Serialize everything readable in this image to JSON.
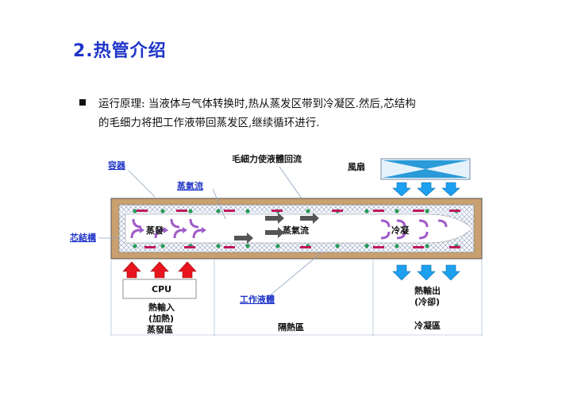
{
  "title": "2.热管介绍",
  "bullet": {
    "line1": "运行原理: 当液体与气体转换时,热从蒸发区带到冷凝区.然后,芯结构",
    "line2": "的毛细力将把工作液带回蒸发区,继续循环进行."
  },
  "diagram": {
    "labels": {
      "container": "容器",
      "capillary_return": "毛細力使液體回流",
      "fan": "風扇",
      "vapor_flow_top": "蒸氣流",
      "wick": "芯結構",
      "evaporation": "蒸發",
      "vapor_flow_mid": "蒸氣流",
      "condensation": "冷凝",
      "cpu": "CPU",
      "heat_in_1": "熱輸入",
      "heat_in_2": "(加熱)",
      "working_fluid": "工作液體",
      "heat_out_1": "熱輸出",
      "heat_out_2": "(冷卻)",
      "zone_evap": "蒸發區",
      "zone_adiabatic": "隔熱區",
      "zone_cond": "冷凝區"
    },
    "colors": {
      "accent_title": "#1f35c8",
      "pipe_wall": "#c9a070",
      "heat_arrow": "#e8141e",
      "cool_arrow": "#1ea0f0",
      "wick_dot": "#2a9a5a",
      "liquid_bar": "#c2185b",
      "condense_arrow": "#a05cc8",
      "vapor_arrow": "#555555"
    }
  }
}
